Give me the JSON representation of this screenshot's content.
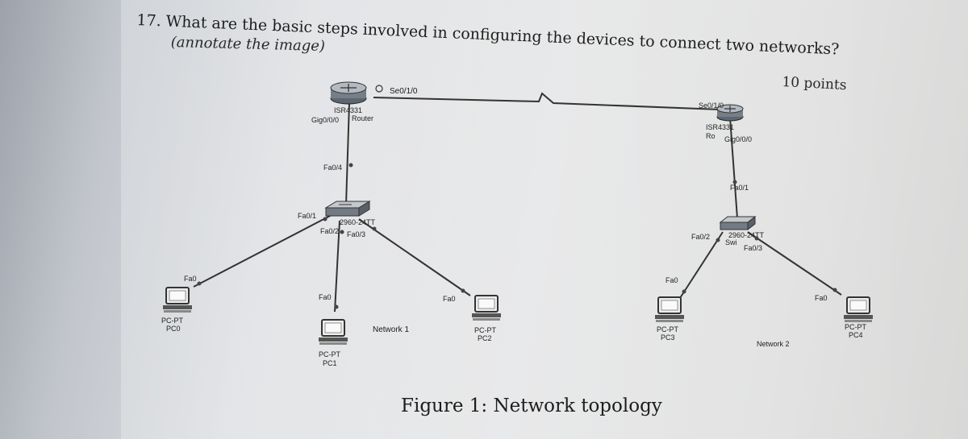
{
  "question": {
    "title": "17. What are the basic steps involved in configuring the devices to connect two networks?",
    "subtitle": "(annotate the image)",
    "points": "10 points"
  },
  "figure": {
    "caption": "Figure 1: Network topology",
    "networks": [
      "Network 1",
      "Network 2"
    ],
    "router1": {
      "model": "ISR4331",
      "kind": "Router",
      "ports": {
        "serial": "Se0/1/0",
        "gig": "Gig0/0/0"
      }
    },
    "router2": {
      "model": "ISR4331",
      "kind": "Ro",
      "ports": {
        "serial": "Se0/1/0",
        "gig": "Gig0/0/0"
      }
    },
    "switch1": {
      "model": "2960-24TT",
      "ports": [
        "Fa0/4",
        "Fa0/1",
        "Fa0/2",
        "Fa0/3"
      ]
    },
    "switch2": {
      "model": "2960-24TT",
      "name": "Swi",
      "ports": [
        "Fa0/1",
        "Fa0/2",
        "Fa0/3"
      ]
    },
    "pcs": [
      {
        "type": "PC-PT",
        "name": "PC0",
        "port": "Fa0"
      },
      {
        "type": "PC-PT",
        "name": "PC1",
        "port": "Fa0"
      },
      {
        "type": "PC-PT",
        "name": "PC2",
        "port": "Fa0"
      },
      {
        "type": "PC-PT",
        "name": "PC3",
        "port": "Fa0"
      },
      {
        "type": "PC-PT",
        "name": "PC4",
        "port": "Fa0"
      }
    ]
  }
}
